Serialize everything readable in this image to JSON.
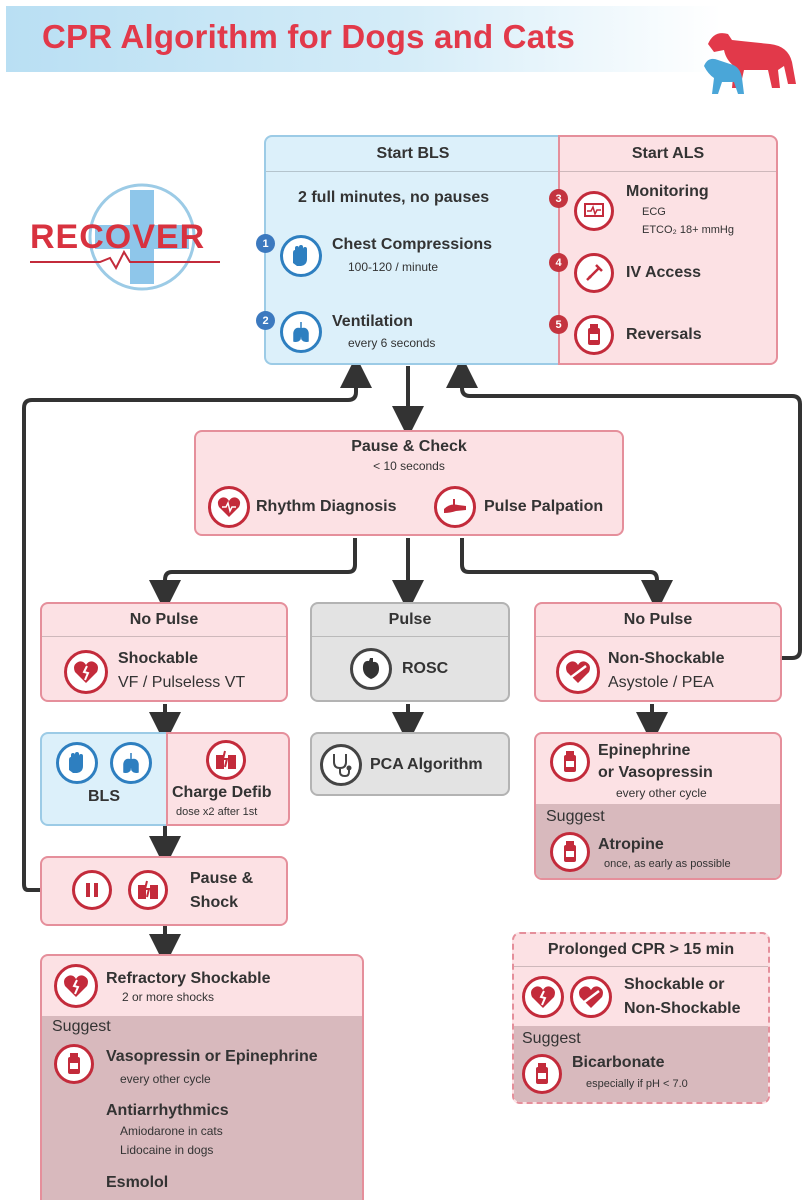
{
  "title": "CPR Algorithm for Dogs and Cats",
  "logo": {
    "text": "RECOVER"
  },
  "bls_als": {
    "bls_header": "Start BLS",
    "als_header": "Start ALS",
    "bls_subtitle": "2 full minutes, no pauses",
    "compressions": {
      "number": "1",
      "label": "Chest Compressions",
      "detail": "100-120 / minute"
    },
    "ventilation": {
      "number": "2",
      "label": "Ventilation",
      "detail": "every 6 seconds"
    },
    "monitoring": {
      "number": "3",
      "label": "Monitoring",
      "detail1": "ECG",
      "detail2": "ETCO₂ 18+ mmHg"
    },
    "iv_access": {
      "number": "4",
      "label": "IV Access"
    },
    "reversals": {
      "number": "5",
      "label": "Reversals"
    }
  },
  "pause_check": {
    "title": "Pause & Check",
    "subtitle": "< 10 seconds",
    "rhythm": "Rhythm Diagnosis",
    "pulse": "Pulse Palpation"
  },
  "left_branch": {
    "header": "No Pulse",
    "label": "Shockable",
    "detail": "VF / Pulseless VT",
    "bls": "BLS",
    "charge": "Charge Defib",
    "charge_detail": "dose x2 after 1st",
    "pause_shock_1": "Pause &",
    "pause_shock_2": "Shock"
  },
  "middle_branch": {
    "header": "Pulse",
    "rosc": "ROSC",
    "pca": "PCA Algorithm"
  },
  "right_branch": {
    "header": "No Pulse",
    "label": "Non-Shockable",
    "detail": "Asystole / PEA",
    "drug1": "Epinephrine",
    "drug2": "or Vasopressin",
    "drug_detail": "every other cycle",
    "suggest": "Suggest",
    "atropine": "Atropine",
    "atropine_detail": "once, as early as possible"
  },
  "refractory": {
    "title": "Refractory Shockable",
    "subtitle": "2 or more shocks",
    "suggest": "Suggest",
    "vaso": "Vasopressin or Epinephrine",
    "vaso_detail": "every other cycle",
    "antiarr": "Antiarrhythmics",
    "amio": "Amiodarone in cats",
    "lido": "Lidocaine in dogs",
    "esmolol": "Esmolol"
  },
  "prolonged": {
    "title": "Prolonged CPR > 15 min",
    "label1": "Shockable or",
    "label2": "Non-Shockable",
    "suggest": "Suggest",
    "bicarb": "Bicarbonate",
    "bicarb_detail": "especially if pH < 7.0"
  },
  "colors": {
    "title_red": "#e2394a",
    "pink_fill": "#fce1e4",
    "pink_border": "#e58f9b",
    "blue_fill": "#dcf0fa",
    "gray_fill": "#e3e3e3",
    "suggest_fill": "#d8b9bd",
    "icon_red": "#c32b3b",
    "icon_blue": "#2e7fc0"
  },
  "icons": [
    "hands-icon",
    "lungs-icon",
    "monitor-icon",
    "syringe-icon",
    "vial-icon",
    "heart-icon",
    "pulse-hand-icon",
    "broken-heart-icon",
    "heart-rosc-icon",
    "stethoscope-icon",
    "defib-icon",
    "pause-icon",
    "dog-cat-icon"
  ]
}
